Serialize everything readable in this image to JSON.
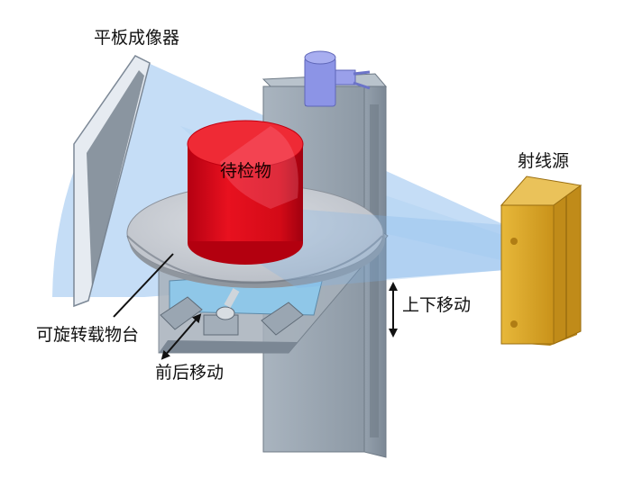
{
  "labels": {
    "detector": "平板成像器",
    "object": "待检物",
    "source": "射线源",
    "vertical_motion": "上下移动",
    "rotary_stage": "可旋转载物台",
    "forward_backward_motion": "前后移动"
  },
  "colors": {
    "background": "#ffffff",
    "beam": "#7fb3ea",
    "frame_steel": "#9aa8b4",
    "object_red": "#e0101e",
    "source_gold": "#d9a521",
    "motor_blue": "#8c94e6",
    "turntable": "#c8ccd2"
  }
}
